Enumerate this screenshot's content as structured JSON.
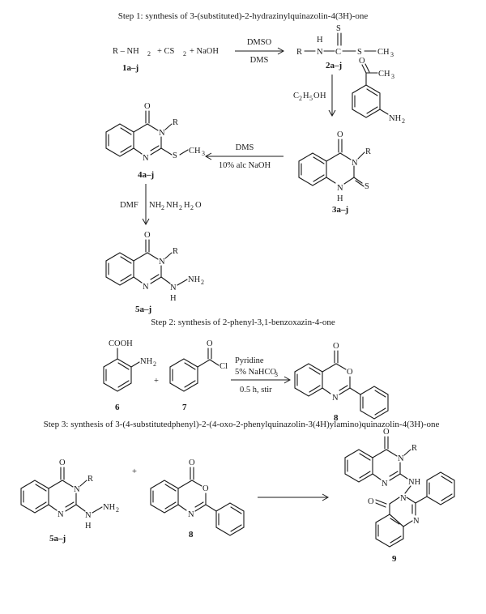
{
  "headings": {
    "step1": "Step 1: synthesis of 3-(substituted)-2-hydrazinylquinazolin-4(3H)-one",
    "step2": "Step 2: synthesis of 2-phenyl-3,1-benzoxazin-4-one",
    "step3": "Step 3: synthesis of 3-(4-substitutedphenyl)-2-(4-oxo-2-phenylquinazolin-3(4H)ylamino)quinazolin-4(3H)-one"
  },
  "compounds": {
    "c1": "1a–j",
    "c2": "2a–j",
    "c3": "3a–j",
    "c4": "4a–j",
    "c5": "5a–j",
    "c6": "6",
    "c7": "7",
    "c8": "8",
    "c8b": "8",
    "c5b": "5a–j",
    "c9": "9"
  },
  "reagents": {
    "rnh2": "R – NH",
    "plus_cs2": "+  CS",
    "plus_naoh": "+  NaOH",
    "dmso": "DMSO",
    "dms": "DMS",
    "ethanol": "C",
    "dms2": "DMS",
    "alc_naoh": "10% alc NaOH",
    "dmf": "DMF",
    "hydrazine": "NH",
    "pyridine": "Pyridine",
    "nahco3": "5% NaHCO",
    "time": "0.5 h, stir"
  },
  "atoms": {
    "R": "R",
    "H": "H",
    "N": "N",
    "C": "C",
    "S": "S",
    "O": "O",
    "NH": "NH",
    "NH2": "NH",
    "CH3": "CH",
    "COOH": "COOH",
    "Cl": "Cl",
    "two": "2",
    "three": "3",
    "five": "5",
    "plus": "+"
  }
}
